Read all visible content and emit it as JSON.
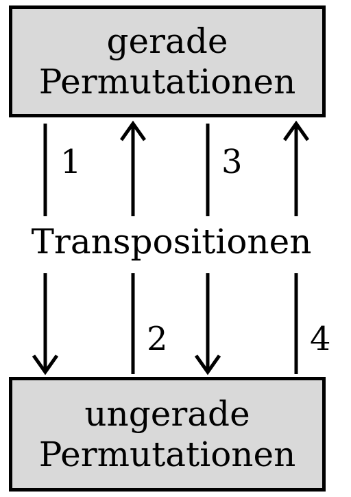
{
  "colors": {
    "box_fill": "#d9d9d9",
    "stroke": "#000000",
    "background": "#ffffff"
  },
  "top_box": {
    "line1": "gerade",
    "line2": "Permutationen"
  },
  "bottom_box": {
    "line1": "ungerade",
    "line2": "Permutationen"
  },
  "middle_label": "Transpositionen",
  "arrows": [
    {
      "label": "1",
      "direction": "down"
    },
    {
      "label": "2",
      "direction": "up"
    },
    {
      "label": "3",
      "direction": "down"
    },
    {
      "label": "4",
      "direction": "up"
    }
  ]
}
